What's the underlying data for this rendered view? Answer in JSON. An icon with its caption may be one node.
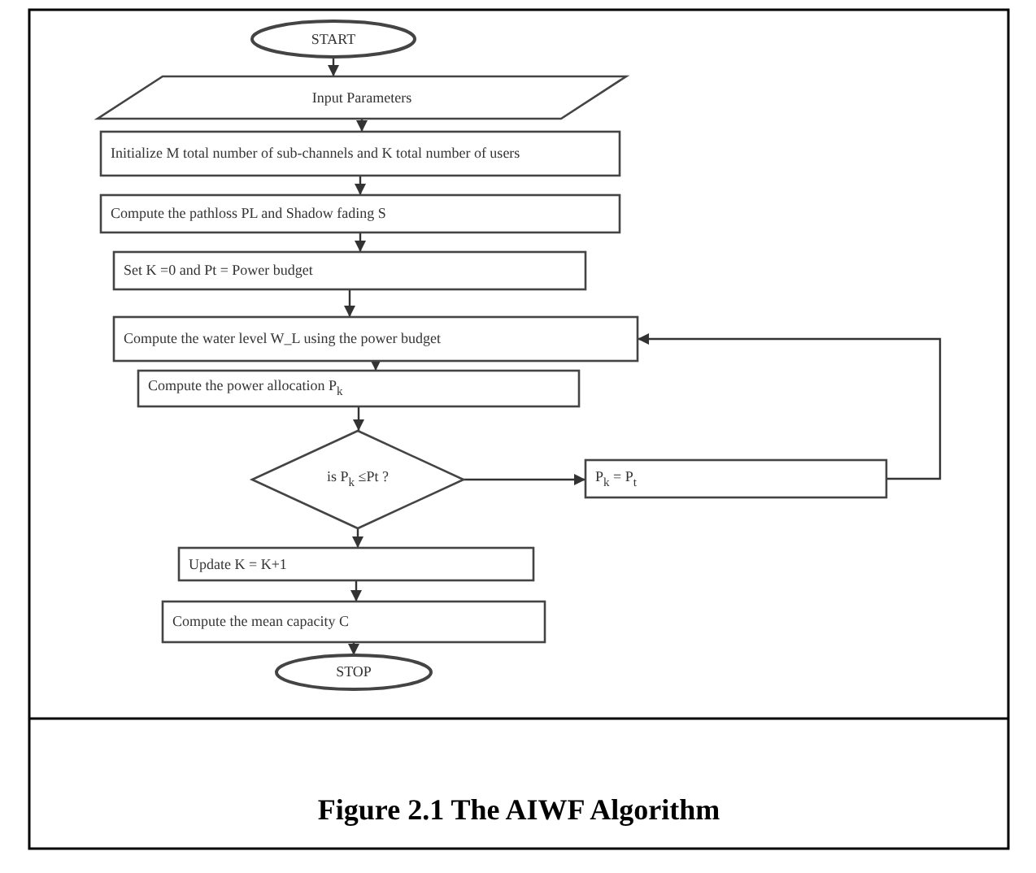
{
  "diagram": {
    "caption": "Figure 2.1 The AIWF Algorithm",
    "nodes": [
      {
        "text": [
          "START"
        ]
      },
      {
        "text": [
          "Input Parameters"
        ]
      },
      {
        "text": [
          "Initialize M total number of sub-channels and K total number of users"
        ]
      },
      {
        "text": [
          "Compute the pathloss PL and Shadow fading S"
        ]
      },
      {
        "text": [
          "Set K =0 and Pt = Power budget"
        ]
      },
      {
        "text": [
          "Compute the water level W_L using the power budget"
        ]
      },
      {
        "text": [
          "Compute the power allocation P$_{k}$"
        ]
      },
      {
        "text": [
          "is P$_{k}$ ≤Pt ?"
        ]
      },
      {
        "text": [
          "P$_{k}$ = P$_{t}$"
        ]
      },
      {
        "text": [
          "Update K = K+1"
        ]
      },
      {
        "text": [
          "Compute the mean capacity C"
        ]
      },
      {
        "text": [
          "STOP"
        ]
      }
    ],
    "edges": [
      {
        "from": 0,
        "to": 1,
        "arrow": "to"
      },
      {
        "from": 1,
        "to": 2,
        "arrow": "to"
      },
      {
        "from": 2,
        "to": 3,
        "arrow": "to"
      },
      {
        "from": 3,
        "to": 4,
        "arrow": "to"
      },
      {
        "from": 4,
        "to": 5,
        "arrow": "to"
      },
      {
        "from": 5,
        "to": 6,
        "arrow": "to"
      },
      {
        "from": 6,
        "to": 7,
        "arrow": "to"
      },
      {
        "from": 7,
        "to": 8,
        "arrow": "to"
      },
      {
        "from": 8,
        "to": 5,
        "arrow": "to"
      },
      {
        "from": 7,
        "to": 9,
        "arrow": "to"
      },
      {
        "from": 9,
        "to": 10,
        "arrow": "to"
      },
      {
        "from": 10,
        "to": 11,
        "arrow": "to"
      }
    ]
  }
}
